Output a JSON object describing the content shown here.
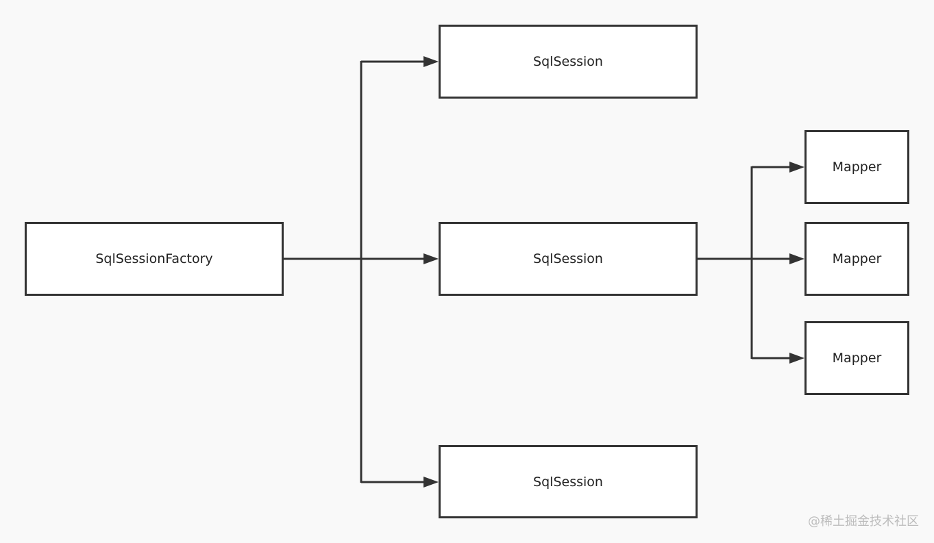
{
  "nodes": {
    "factory": "SqlSessionFactory",
    "session_top": "SqlSession",
    "session_mid": "SqlSession",
    "session_bottom": "SqlSession",
    "mapper_1": "Mapper",
    "mapper_2": "Mapper",
    "mapper_3": "Mapper"
  },
  "watermark": "@稀土掘金技术社区",
  "colors": {
    "background": "#f9f9f9",
    "box_fill": "#ffffff",
    "stroke": "#333333",
    "watermark": "#bdbdbd"
  }
}
